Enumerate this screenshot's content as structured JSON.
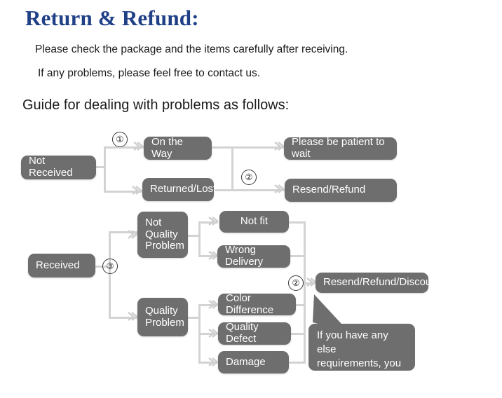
{
  "header": {
    "title": "Return & Refund:",
    "line1": "Please check the package and the items carefully after receiving.",
    "line2": "If any problems, please feel free to contact us.",
    "guide": "Guide for dealing with problems as follows:"
  },
  "colors": {
    "title_blue": "#1f3f87",
    "node_gray": "#6e6e6e",
    "line_gray": "#d3d3d3",
    "text_black": "#1a1a1a"
  },
  "flow": {
    "nodes": {
      "not_received": "Not Received",
      "on_the_way": "On the Way",
      "returned_lost": "Returned/Lost",
      "please_wait": "Please be patient to wait",
      "resend_refund": "Resend/Refund",
      "received": "Received",
      "not_quality_problem": "Not\nQuality\nProblem",
      "quality_problem": "Quality\nProblem",
      "not_fit": "Not fit",
      "wrong_delivery": "Wrong Delivery",
      "color_difference": "Color Difference",
      "quality_defect": "Quality Defect",
      "damage": "Damage",
      "resend_refund_discount": "Resend/Refund/Discount"
    },
    "markers": {
      "one": "①",
      "two_top": "②",
      "three": "③",
      "two_bottom": "②"
    },
    "callout": "If you have any else\nrequirements, you could\nalso tell us!"
  }
}
